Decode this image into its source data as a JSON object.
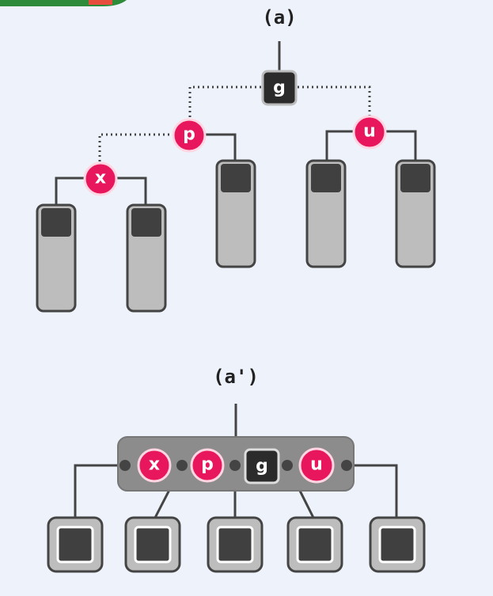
{
  "diagram_a": {
    "label": "(a)",
    "nodes": [
      {
        "id": "g",
        "label": "g",
        "color": "black"
      },
      {
        "id": "p",
        "label": "p",
        "color": "red"
      },
      {
        "id": "u",
        "label": "u",
        "color": "red"
      },
      {
        "id": "x",
        "label": "x",
        "color": "red"
      }
    ],
    "edges": [
      {
        "from": "g",
        "to": "p",
        "style": "dotted"
      },
      {
        "from": "g",
        "to": "u",
        "style": "dotted"
      },
      {
        "from": "p",
        "to": "x",
        "style": "dotted"
      },
      {
        "from": "p",
        "to": "subtree",
        "style": "solid"
      },
      {
        "from": "u",
        "to": "subtree",
        "style": "solid"
      },
      {
        "from": "x",
        "to": "subtree",
        "style": "solid"
      }
    ],
    "subtree_count": 5
  },
  "diagram_b": {
    "label": "(a')",
    "nodes": [
      {
        "id": "x",
        "label": "x",
        "color": "red"
      },
      {
        "id": "p",
        "label": "p",
        "color": "red"
      },
      {
        "id": "g",
        "label": "g",
        "color": "black"
      },
      {
        "id": "u",
        "label": "u",
        "color": "red"
      }
    ],
    "child_count": 5
  },
  "colors": {
    "background": "#eef3fb",
    "red_node": "#e8175d",
    "black_node": "#2b2b2b",
    "subtree_fill": "#bdbdbd",
    "subtree_head": "#404040",
    "group_box": "#8c8c8c",
    "line": "#444444"
  }
}
